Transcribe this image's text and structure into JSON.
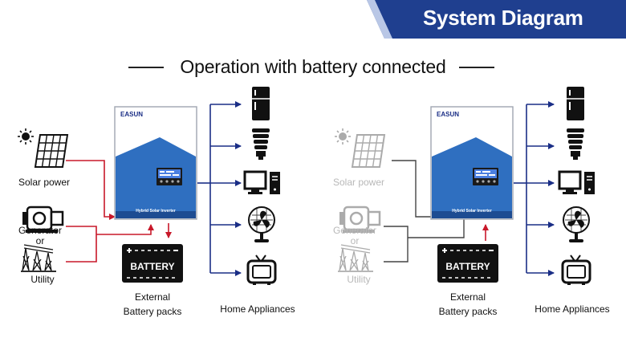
{
  "banner": {
    "title": "System Diagram"
  },
  "subtitle": "Operation with battery connected",
  "sources": {
    "solar": "Solar power",
    "generator": "Generator",
    "or": "or",
    "utility": "Utility"
  },
  "inverter": {
    "brand": "EASUN",
    "model": "Hybrid Solar Inverter"
  },
  "battery": {
    "label": "BATTERY",
    "caption_line1": "External",
    "caption_line2": "Battery packs"
  },
  "loads": {
    "caption": "Home Appliances"
  },
  "icons": [
    "solar-panel-icon",
    "generator-icon",
    "utility-tower-icon",
    "refrigerator-icon",
    "cfl-bulb-icon",
    "computer-icon",
    "fan-icon",
    "tv-icon",
    "battery-icon",
    "disconnect-x-icon"
  ],
  "colors": {
    "ac_flow": "#c8182a",
    "load_flow": "#1a2e86",
    "inactive": "#444444",
    "inverter_blue": "#2f6fc0",
    "banner_blue": "#1f3f8f"
  }
}
